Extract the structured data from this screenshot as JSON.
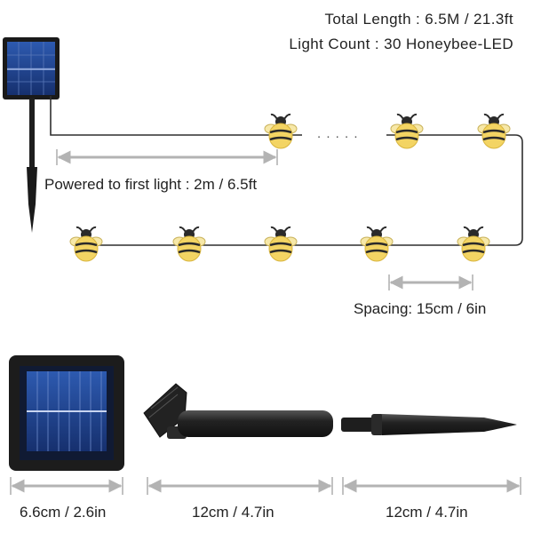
{
  "specs": {
    "total_length": "Total Length : 6.5M / 21.3ft",
    "light_count": "Light Count : 30 Honeybee-LED"
  },
  "dimensions": {
    "powered_to_first_light": "Powered to first light : 2m / 6.5ft",
    "spacing": "Spacing: 15cm / 6in",
    "panel_width": "6.6cm / 2.6in",
    "stake_upper_length": "12cm / 4.7in",
    "stake_lower_length": "12cm / 4.7in"
  },
  "ellipsis": ". . . . .",
  "colors": {
    "bee_body": "#f3d463",
    "bee_stripe": "#2a2a2a",
    "wire": "#2f2f2f",
    "panel_cell": "#1f3f8a",
    "arrow": "#b3b3b3"
  }
}
